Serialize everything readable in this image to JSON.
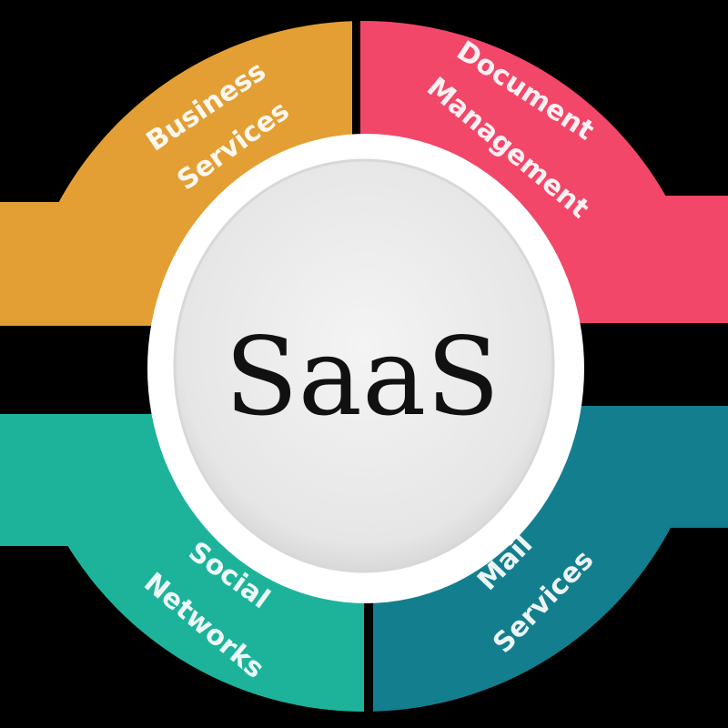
{
  "center_label": "SaaS",
  "segments": [
    {
      "id": "business",
      "lines": [
        "Business",
        "Services"
      ],
      "color": "#E39F33"
    },
    {
      "id": "document",
      "lines": [
        "Document",
        "Management"
      ],
      "color": "#F24768"
    },
    {
      "id": "social",
      "lines": [
        "Social",
        "Networks"
      ],
      "color": "#1DB39B"
    },
    {
      "id": "mail",
      "lines": [
        "Mail",
        "Services"
      ],
      "color": "#137F8E"
    }
  ],
  "colors": {
    "background": "#000000",
    "ring": "#FFFFFF",
    "hub": "#E9E9E9"
  }
}
